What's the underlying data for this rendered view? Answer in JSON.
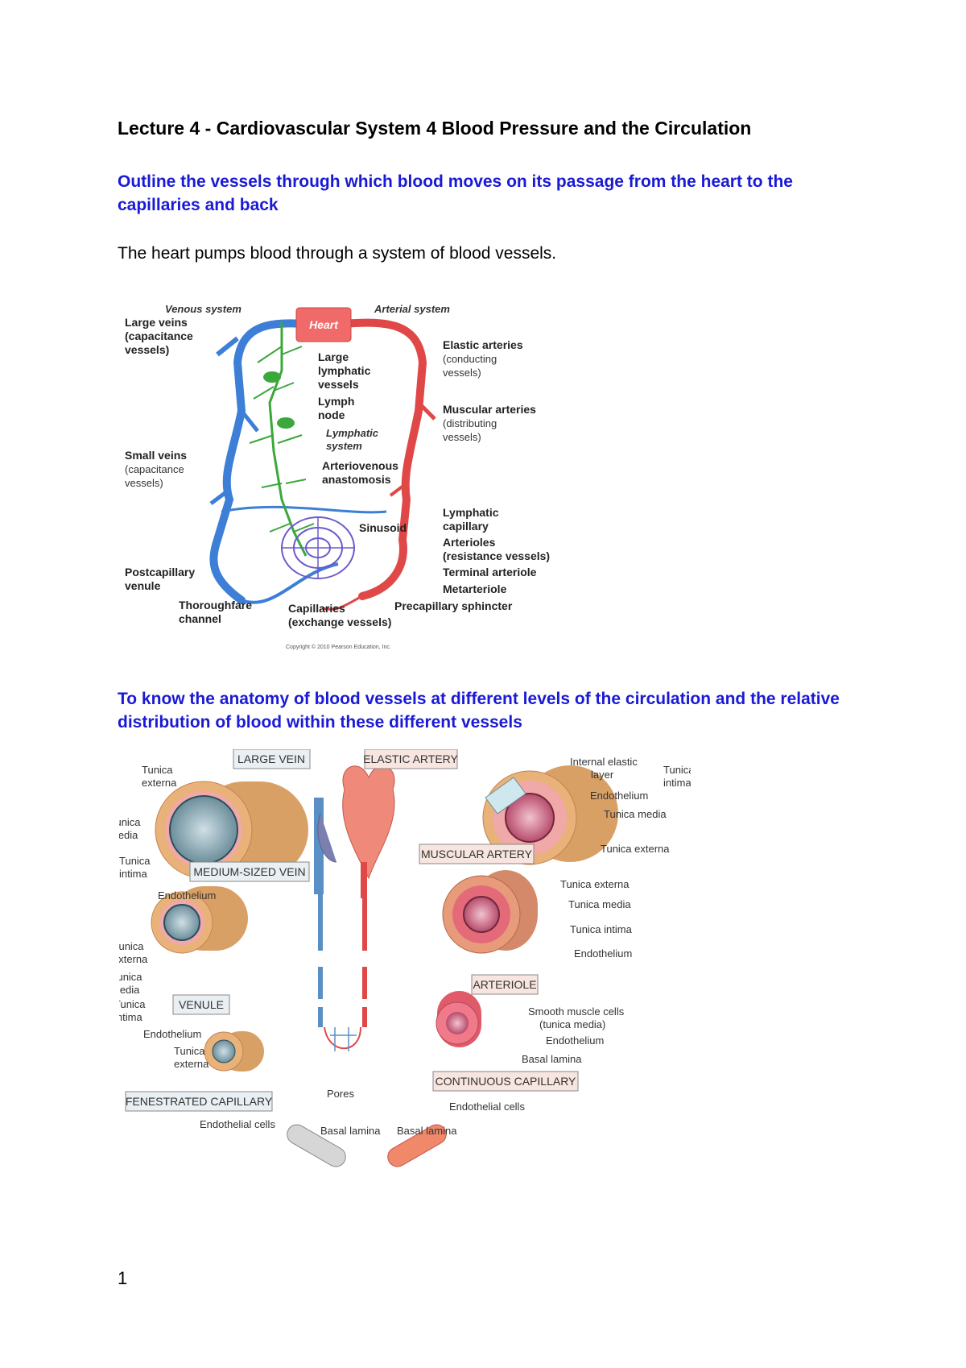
{
  "document": {
    "title": "Lecture 4 - Cardiovascular System 4 Blood Pressure and the Circulation",
    "objective1_line1": "Outline the vessels through which blood moves on its passage from the heart to the",
    "objective1_line2": "capillaries and back",
    "body1": "The heart pumps blood through a system of blood vessels.",
    "objective2_line1": "To know the anatomy of blood vessels at different levels of the circulation and the relative",
    "objective2_line2": "distribution of blood within these different vessels",
    "page_number": "1"
  },
  "figure1": {
    "venous_system": "Venous system",
    "arterial_system": "Arterial system",
    "heart": "Heart",
    "large_veins_1": "Large veins",
    "large_veins_2": "(capacitance",
    "large_veins_3": "vessels)",
    "large_lymph_1": "Large",
    "large_lymph_2": "lymphatic",
    "large_lymph_3": "vessels",
    "lymph_node_1": "Lymph",
    "lymph_node_2": "node",
    "lymphatic_system_1": "Lymphatic",
    "lymphatic_system_2": "system",
    "elastic_1": "Elastic arteries",
    "elastic_2": "(conducting",
    "elastic_3": "vessels)",
    "muscular_1": "Muscular arteries",
    "muscular_2": "(distributing",
    "muscular_3": "vessels)",
    "small_veins_1": "Small veins",
    "small_veins_2": "(capacitance",
    "small_veins_3": "vessels)",
    "av_1": "Arteriovenous",
    "av_2": "anastomosis",
    "lymph_cap_1": "Lymphatic",
    "lymph_cap_2": "capillary",
    "sinusoid": "Sinusoid",
    "arterioles_1": "Arterioles",
    "arterioles_2": "(resistance vessels)",
    "terminal_arteriole": "Terminal arteriole",
    "metarteriole": "Metarteriole",
    "postcap_1": "Postcapillary",
    "postcap_2": "venule",
    "thoroughfare_1": "Thoroughfare",
    "thoroughfare_2": "channel",
    "capillaries_1": "Capillaries",
    "capillaries_2": "(exchange vessels)",
    "precap": "Precapillary sphincter",
    "copyright": "Copyright © 2010 Pearson Education, Inc."
  },
  "figure2": {
    "large_vein": "LARGE VEIN",
    "elastic_artery": "ELASTIC ARTERY",
    "medium_vein": "MEDIUM-SIZED VEIN",
    "muscular_artery": "MUSCULAR ARTERY",
    "venule": "VENULE",
    "arteriole": "ARTERIOLE",
    "continuous_capillary": "CONTINUOUS CAPILLARY",
    "fenestrated_capillary": "FENESTRATED CAPILLARY",
    "tunica_externa_1": "Tunica",
    "tunica_externa_2": "externa",
    "tunica_media_1": "Tunica",
    "tunica_media_2": "media",
    "tunica_intima_1": "Tunica",
    "tunica_intima_2": "intima",
    "endothelium": "Endothelium",
    "internal_elastic_1": "Internal elastic",
    "internal_elastic_2": "layer",
    "tunica_media_full": "Tunica media",
    "tunica_externa_full": "Tunica externa",
    "tunica_intima_full": "Tunica intima",
    "smooth_muscle_1": "Smooth muscle cells",
    "smooth_muscle_2": "(tunica media)",
    "basal_lamina": "Basal lamina",
    "pores": "Pores",
    "endothelial_cells": "Endothelial cells"
  },
  "colors": {
    "objective": "#1a1ad6",
    "vein": "#3d7fd6",
    "artery": "#e04848",
    "lymph": "#3aa83a",
    "capillary": "#6a5acd"
  }
}
